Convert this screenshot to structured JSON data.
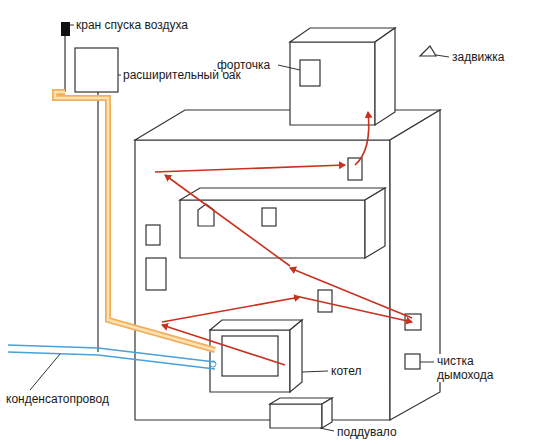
{
  "diagram": {
    "labels": [
      "кран спуска воздуха",
      "расширительный бак",
      "форточка",
      "задвижка",
      "котел",
      "чистка дымохода",
      "конденсатопровод",
      "поддувало"
    ]
  }
}
